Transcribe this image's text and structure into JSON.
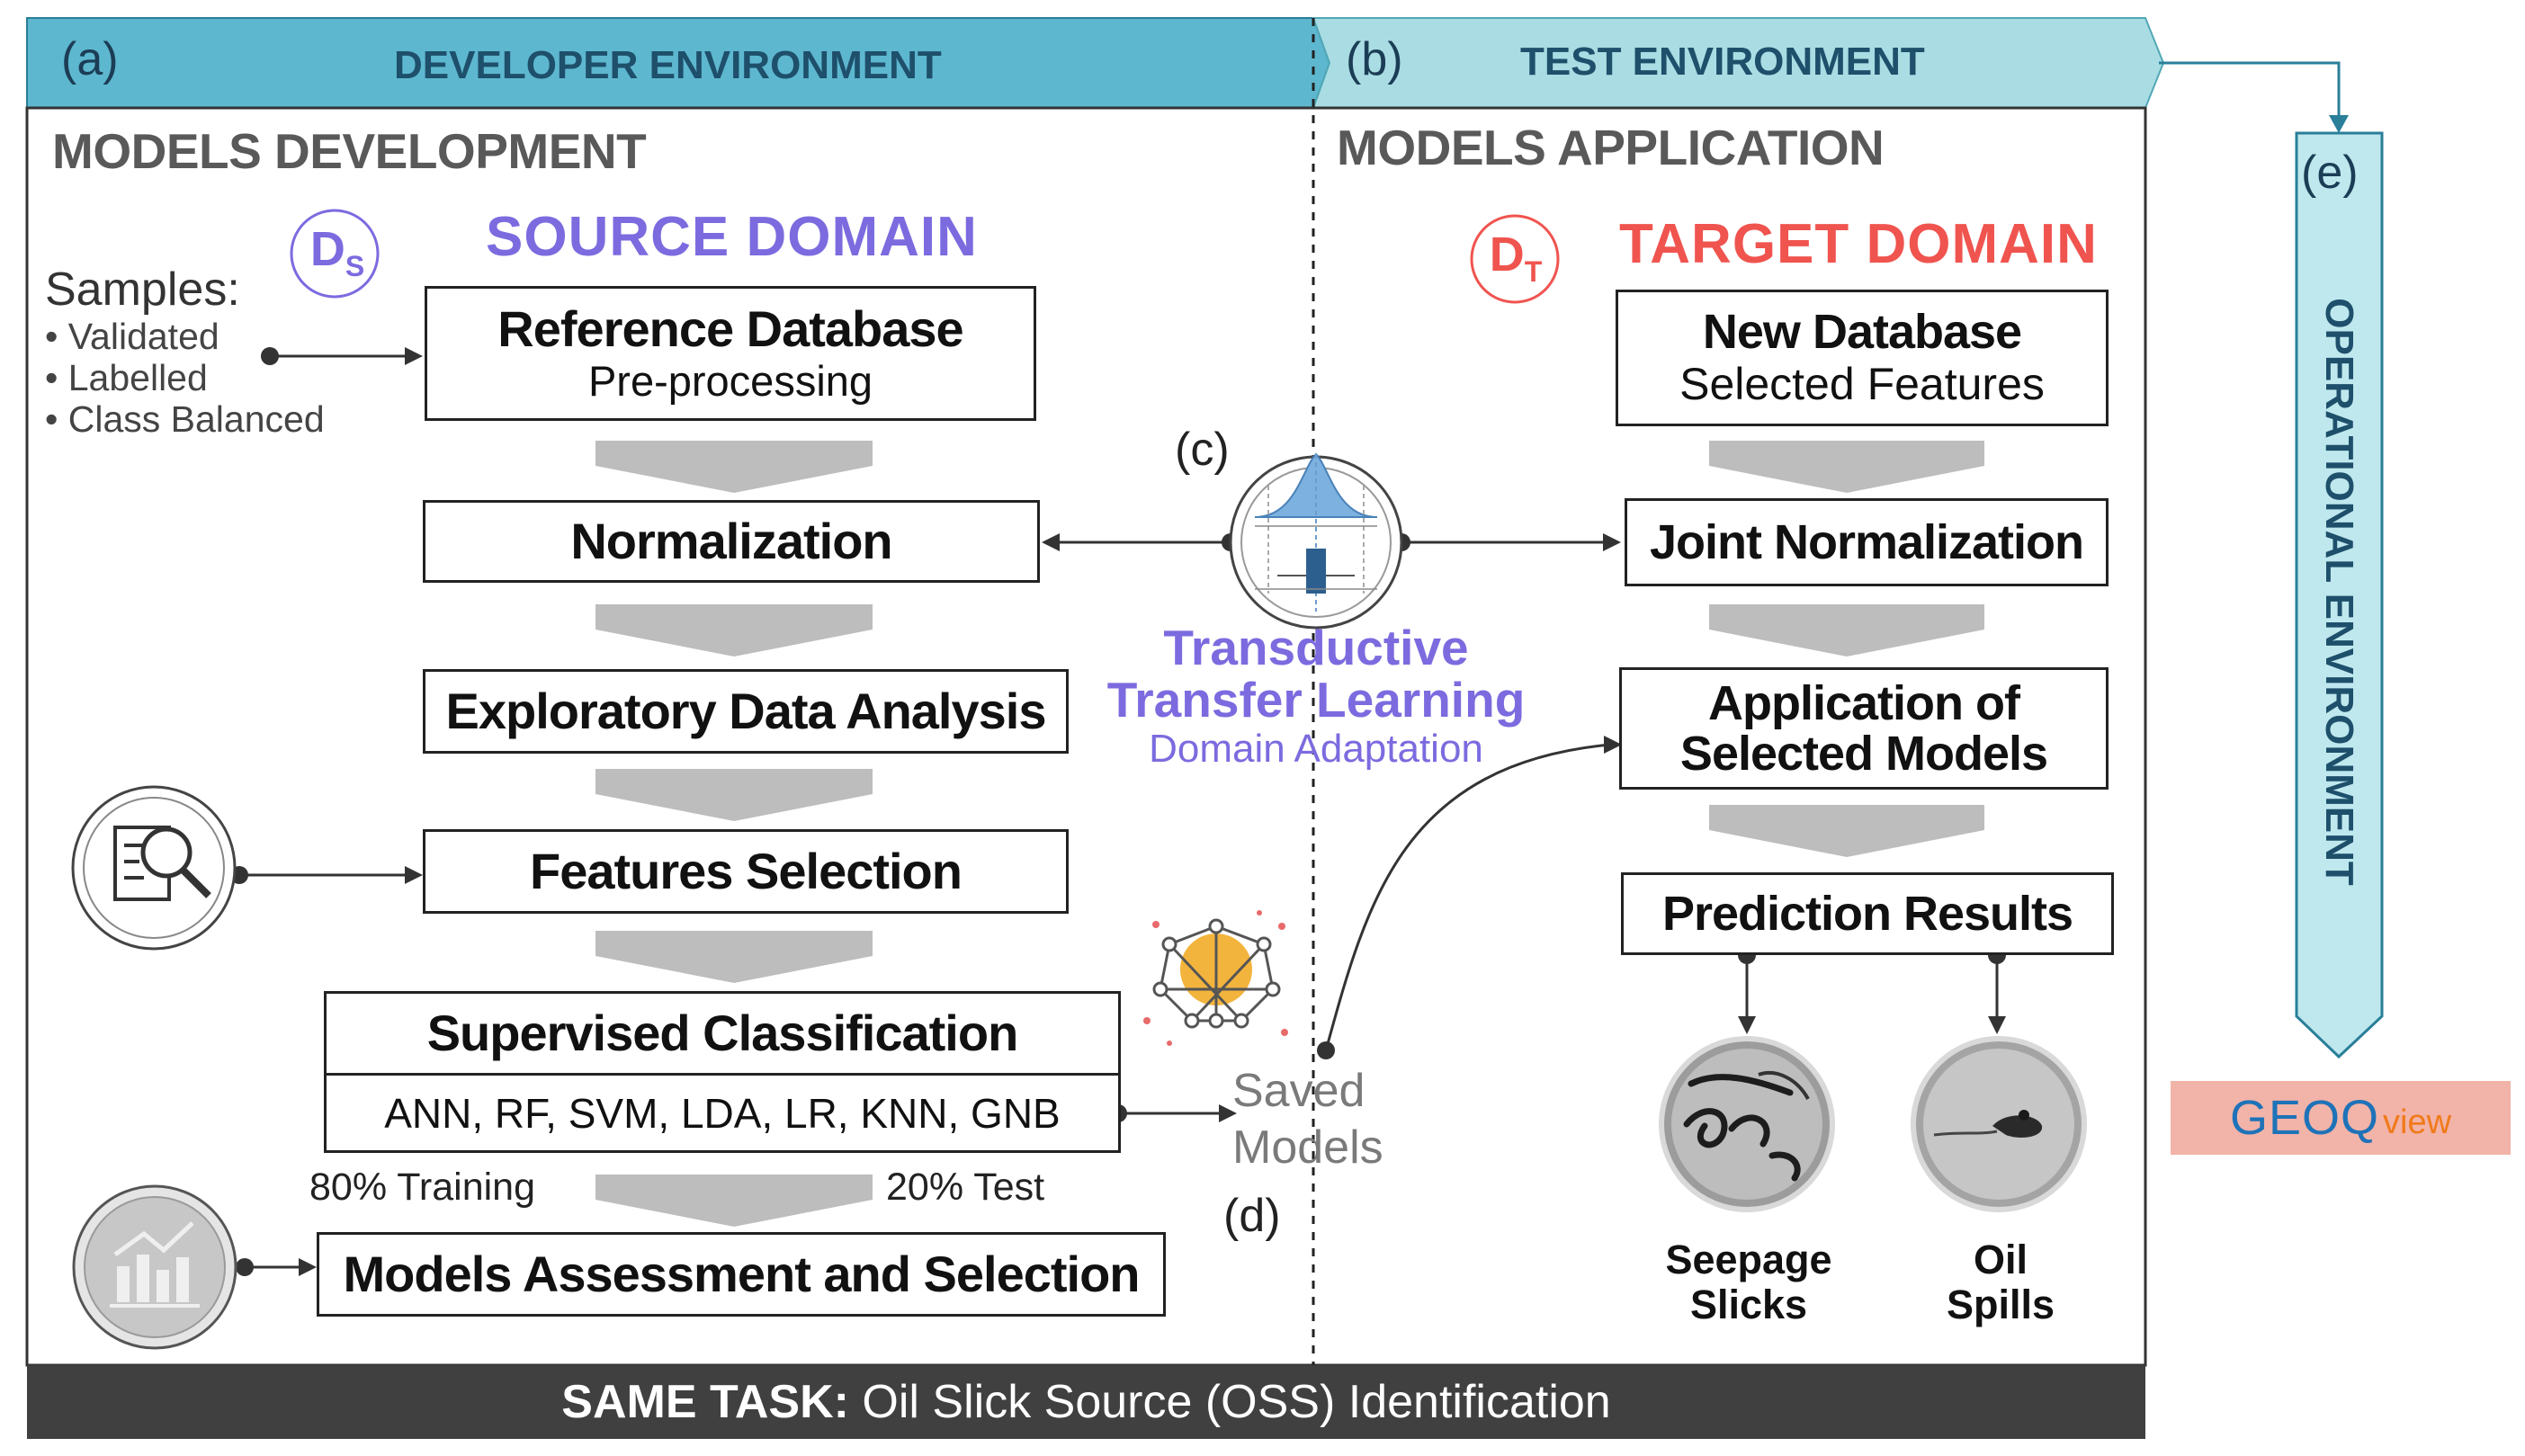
{
  "bands": {
    "developer": {
      "letter": "(a)",
      "title": "DEVELOPER ENVIRONMENT",
      "color": "#5db7cf"
    },
    "test": {
      "letter": "(b)",
      "title": "TEST ENVIRONMENT",
      "color": "#a9dde3"
    },
    "operational": {
      "letter": "(e)",
      "title": "OPERATIONAL ENVIRONMENT",
      "color": "#bfe8ee"
    }
  },
  "sections": {
    "development": "MODELS DEVELOPMENT",
    "application": "MODELS APPLICATION"
  },
  "source": {
    "symbol": "D",
    "subscript": "S",
    "title": "SOURCE  DOMAIN",
    "color": "#7b6bdf"
  },
  "target": {
    "symbol": "D",
    "subscript": "T",
    "title": "TARGET DOMAIN",
    "color": "#f0544f"
  },
  "samples": {
    "heading": "Samples:",
    "items": [
      "• Validated",
      "• Labelled",
      "• Class Balanced"
    ]
  },
  "left_steps": {
    "reference_db": {
      "title": "Reference Database",
      "sub": "Pre-processing"
    },
    "normalization": {
      "title": "Normalization"
    },
    "eda": {
      "title": "Exploratory Data Analysis"
    },
    "features": {
      "title": "Features Selection"
    },
    "supervised": {
      "title": "Supervised Classification",
      "sub": "ANN, RF, SVM, LDA, LR, KNN, GNB"
    },
    "assessment": {
      "title": "Models Assessment and Selection"
    }
  },
  "split": {
    "training": "80% Training",
    "test": "20% Test"
  },
  "right_steps": {
    "new_db": {
      "title": "New Database",
      "sub": "Selected Features"
    },
    "joint_norm": {
      "title": "Joint Normalization"
    },
    "application": {
      "line1": "Application of",
      "line2": "Selected Models"
    },
    "prediction": {
      "title": "Prediction Results"
    }
  },
  "transfer": {
    "label_c": "(c)",
    "line1": "Transductive",
    "line2": "Transfer Learning",
    "line3": "Domain Adaptation"
  },
  "saved_models": {
    "label_d": "(d)",
    "line1": "Saved",
    "line2": "Models"
  },
  "outputs": {
    "seepage": {
      "line1": "Seepage",
      "line2": "Slicks"
    },
    "spills": {
      "line1": "Oil",
      "line2": "Spills"
    }
  },
  "footer": {
    "bold": "SAME TASK:",
    "rest": " Oil Slick Source (OSS) Identification"
  },
  "logo": {
    "text": "GEOQ",
    "suffix": "view"
  }
}
